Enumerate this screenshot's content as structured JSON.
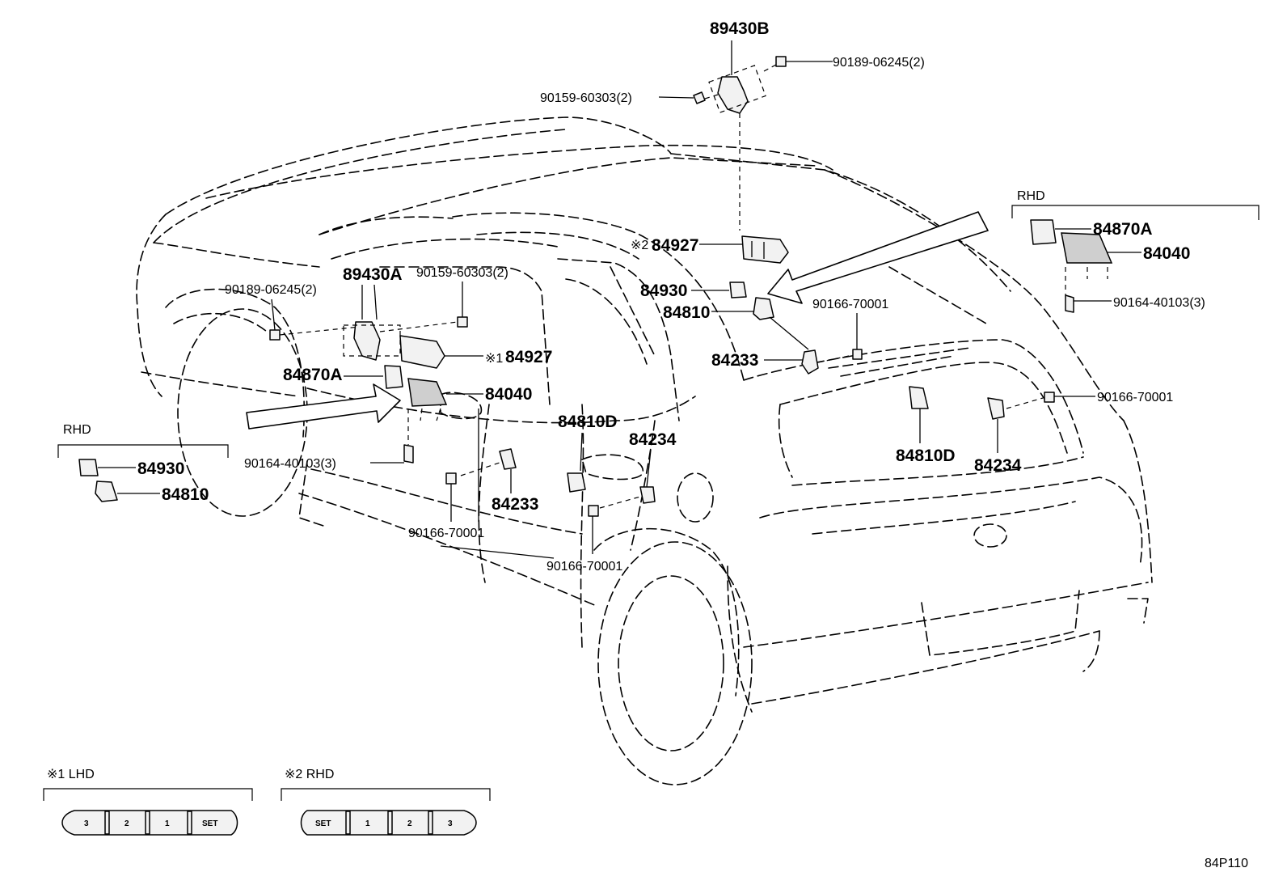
{
  "labels": {
    "l_89430B": "89430B",
    "l_90189_top": "90189-06245(2)",
    "l_90159_top": "90159-60303(2)",
    "l_rhd_right": "RHD",
    "l_84870A_r": "84870A",
    "l_84040_r": "84040",
    "l_90164_r": "90164-40103(3)",
    "l_84927_2": "84927",
    "l_84927_2_mark": "※2",
    "l_84930_c": "84930",
    "l_84810_c": "84810",
    "l_90166_c": "90166-70001",
    "l_84233_c": "84233",
    "l_90166_r": "90166-70001",
    "l_84810D_r": "84810D",
    "l_84234_r": "84234",
    "l_90189_l": "90189-06245(2)",
    "l_89430A": "89430A",
    "l_90159_l": "90159-60303(2)",
    "l_84927_1": "84927",
    "l_84927_1_mark": "※1",
    "l_84870A_l": "84870A",
    "l_84040_l": "84040",
    "l_84810D_l": "84810D",
    "l_84234_l": "84234",
    "l_rhd_left": "RHD",
    "l_84930_l": "84930",
    "l_84810_l": "84810",
    "l_90164_l": "90164-40103(3)",
    "l_84233_l": "84233",
    "l_90166_l1": "90166-70001",
    "l_90166_l2": "90166-70001",
    "legend1_title": "※1 LHD",
    "legend2_title": "※2 RHD",
    "legend1_buttons": [
      "3",
      "2",
      "1",
      "SET"
    ],
    "legend2_buttons": [
      "SET",
      "1",
      "2",
      "3"
    ],
    "diagram_code": "84P110"
  }
}
